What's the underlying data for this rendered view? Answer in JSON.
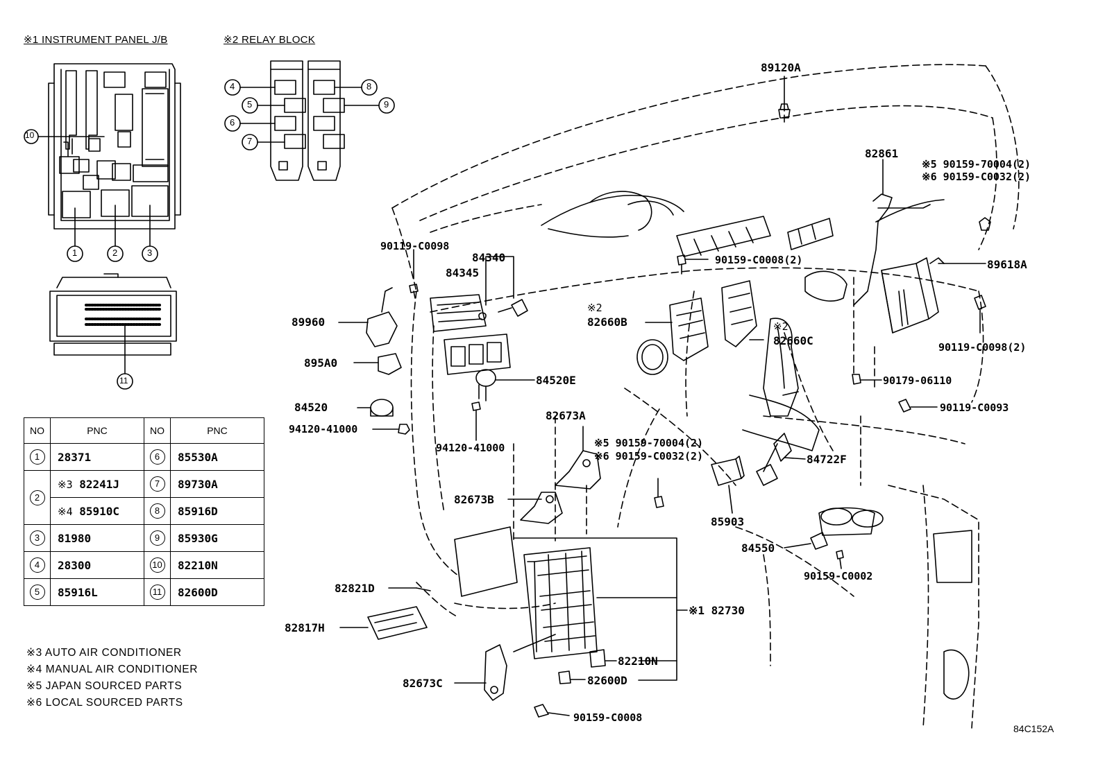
{
  "headings": {
    "instrument_panel_jb": "※1 INSTRUMENT PANEL J/B",
    "relay_block": "※2 RELAY BLOCK"
  },
  "jb_callouts": [
    "10",
    "1",
    "2",
    "3",
    "11"
  ],
  "relay_callouts": [
    "4",
    "5",
    "6",
    "7",
    "8",
    "9"
  ],
  "table": {
    "headers": {
      "no": "NO",
      "pnc": "PNC"
    },
    "rows": [
      {
        "no": "1",
        "pnc": "28371",
        "no2": "6",
        "pnc2": "85530A"
      },
      {
        "no": "2",
        "pnc": "82241J",
        "pnc_prefix": "※3",
        "no2": "7",
        "pnc2": "89730A"
      },
      {
        "no": "",
        "pnc": "85910C",
        "pnc_prefix": "※4",
        "no2": "8",
        "pnc2": "85916D"
      },
      {
        "no": "3",
        "pnc": "81980",
        "no2": "9",
        "pnc2": "85930G"
      },
      {
        "no": "4",
        "pnc": "28300",
        "no2": "10",
        "pnc2": "82210N"
      },
      {
        "no": "5",
        "pnc": "85916L",
        "no2": "11",
        "pnc2": "82600D"
      }
    ]
  },
  "footnotes": [
    "※3 AUTO AIR CONDITIONER",
    "※4 MANUAL AIR CONDITIONER",
    "※5 JAPAN SOURCED PARTS",
    "※6 LOCAL SOURCED PARTS"
  ],
  "part_labels": {
    "p89120A": "89120A",
    "p82861": "82861",
    "p90159_70004_r": "※5 90159-70004(2)",
    "p90159_C0032_r": "※6 90159-C0032(2)",
    "p90119_C0098": "90119-C0098",
    "p84340": "84340",
    "p84345": "84345",
    "p90159_C0008_2": "90159-C0008(2)",
    "p89618A": "89618A",
    "p82660B_note": "※2",
    "p82660B": "82660B",
    "p82660C_note": "※2",
    "p82660C": "82660C",
    "p89960": "89960",
    "p895A0": "895A0",
    "p84520E": "84520E",
    "p90119_C0098_2": "90119-C0098(2)",
    "p90179_06110": "90179-06110",
    "p84520": "84520",
    "p90119_C0093": "90119-C0093",
    "p94120_41000_l": "94120-41000",
    "p82673A": "82673A",
    "p94120_41000_c": "94120-41000",
    "p90159_70004_c": "※5 90159-70004(2)",
    "p90159_C0032_c": "※6 90159-C0032(2)",
    "p84722F": "84722F",
    "p82673B": "82673B",
    "p85903": "85903",
    "p84550": "84550",
    "p90159_C0002": "90159-C0002",
    "p82821D": "82821D",
    "p82730": "※1 82730",
    "p82817H": "82817H",
    "p82210N": "82210N",
    "p82673C": "82673C",
    "p82600D": "82600D",
    "p90159_C0008": "90159-C0008"
  },
  "figure_code": "84C152A"
}
